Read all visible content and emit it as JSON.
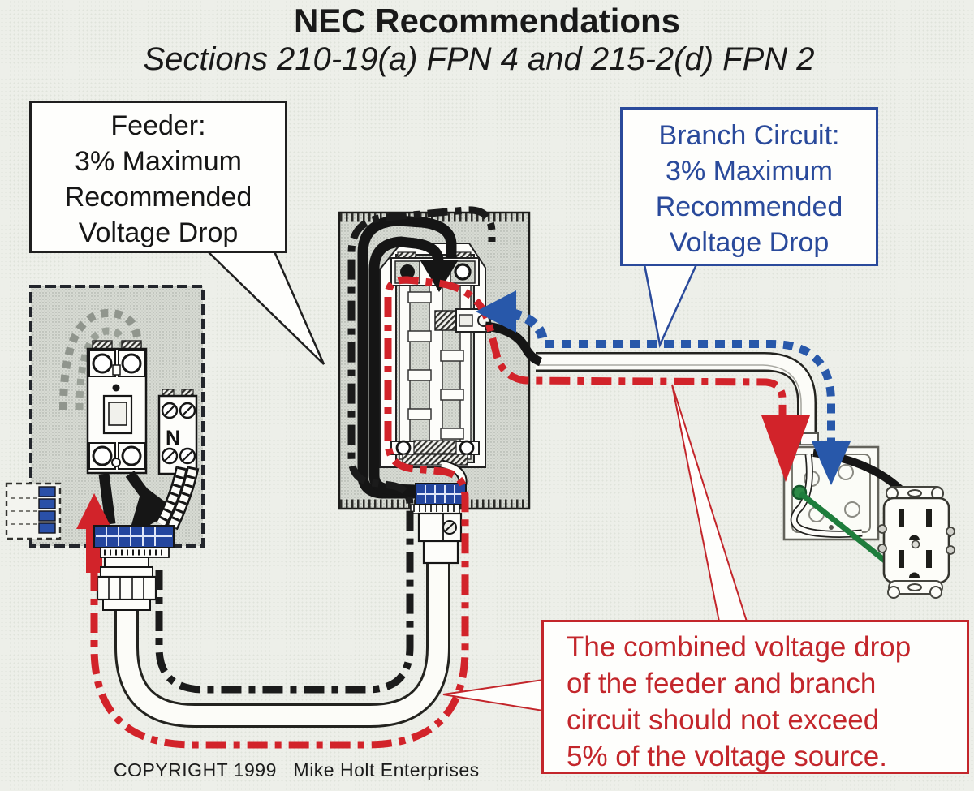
{
  "title": {
    "heading": "NEC Recommendations",
    "subheading": "Sections 210-19(a) FPN 4 and 215-2(d) FPN 2"
  },
  "callouts": {
    "feeder": {
      "line1": "Feeder:",
      "line2": "3% Maximum",
      "line3": "Recommended",
      "line4": "Voltage Drop"
    },
    "branch_circuit": {
      "line1": "Branch Circuit:",
      "line2": "3% Maximum",
      "line3": "Recommended",
      "line4": "Voltage Drop"
    },
    "combined_drop": {
      "line1": "The combined voltage drop",
      "line2": "of the feeder and branch",
      "line3": "circuit should not exceed",
      "line4": "5% of the voltage source."
    }
  },
  "diagram": {
    "neutral_bar_label": "N"
  },
  "footer": {
    "copyright": "COPYRIGHT 1999   Mike Holt Enterprises"
  },
  "colors": {
    "callout_black": "#1f1f1f",
    "callout_blue": "#2a4a9b",
    "callout_red": "#c3262b",
    "wire_red": "#d2232a",
    "wire_blue": "#2858aa",
    "wire_black": "#1b1b1b",
    "ground_green": "#1e7d3c",
    "panel_gray": "#d7dad3",
    "background": "#edefe9"
  }
}
